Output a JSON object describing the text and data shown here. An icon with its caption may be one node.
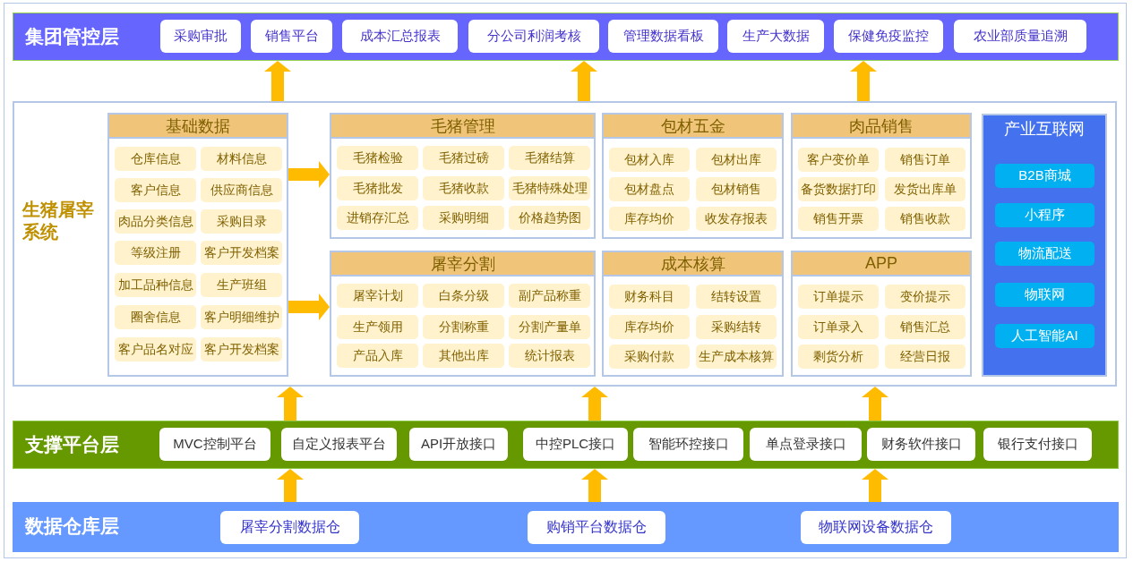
{
  "diagram": {
    "nodes": [
      {
        "text": [
          "集团管控层"
        ]
      },
      {
        "text": [
          "采购审批"
        ],
        "in": 0
      },
      {
        "text": [
          "销售平台"
        ],
        "in": 0
      },
      {
        "text": [
          "成本汇总报表"
        ],
        "in": 0
      },
      {
        "text": [
          "分公司利润考核"
        ],
        "in": 0
      },
      {
        "text": [
          "管理数据看板"
        ],
        "in": 0
      },
      {
        "text": [
          "生产大数据"
        ],
        "in": 0
      },
      {
        "text": [
          "保健免疫监控"
        ],
        "in": 0
      },
      {
        "text": [
          "农业部质量追溯"
        ],
        "in": 0
      },
      {
        "text": [
          "生猪屠宰系统"
        ]
      },
      {
        "text": [
          "基础数据"
        ],
        "in": 9
      },
      {
        "text": [
          "仓库信息"
        ],
        "in": 10
      },
      {
        "text": [
          "材料信息"
        ],
        "in": 10
      },
      {
        "text": [
          "客户信息"
        ],
        "in": 10
      },
      {
        "text": [
          "供应商信息"
        ],
        "in": 10
      },
      {
        "text": [
          "肉品分类信息"
        ],
        "in": 10
      },
      {
        "text": [
          "采购目录"
        ],
        "in": 10
      },
      {
        "text": [
          "等级注册"
        ],
        "in": 10
      },
      {
        "text": [
          "客户开发档案"
        ],
        "in": 10
      },
      {
        "text": [
          "加工品种信息"
        ],
        "in": 10
      },
      {
        "text": [
          "生产班组"
        ],
        "in": 10
      },
      {
        "text": [
          "圈舍信息"
        ],
        "in": 10
      },
      {
        "text": [
          "客户明细维护"
        ],
        "in": 10
      },
      {
        "text": [
          "客户品名对应"
        ],
        "in": 10
      },
      {
        "text": [
          "客户开发档案"
        ],
        "in": 10
      },
      {
        "text": [
          "毛猪管理"
        ],
        "in": 9
      },
      {
        "text": [
          "毛猪检验"
        ],
        "in": 25
      },
      {
        "text": [
          "毛猪过磅"
        ],
        "in": 25
      },
      {
        "text": [
          "毛猪结算"
        ],
        "in": 25
      },
      {
        "text": [
          "毛猪批发"
        ],
        "in": 25
      },
      {
        "text": [
          "毛猪收款"
        ],
        "in": 25
      },
      {
        "text": [
          "毛猪特殊处理"
        ],
        "in": 25
      },
      {
        "text": [
          "进销存汇总"
        ],
        "in": 25
      },
      {
        "text": [
          "采购明细"
        ],
        "in": 25
      },
      {
        "text": [
          "价格趋势图"
        ],
        "in": 25
      },
      {
        "text": [
          "包材五金"
        ],
        "in": 9
      },
      {
        "text": [
          "包材入库"
        ],
        "in": 35
      },
      {
        "text": [
          "包材出库"
        ],
        "in": 35
      },
      {
        "text": [
          "包材盘点"
        ],
        "in": 35
      },
      {
        "text": [
          "包材销售"
        ],
        "in": 35
      },
      {
        "text": [
          "库存均价"
        ],
        "in": 35
      },
      {
        "text": [
          "收发存报表"
        ],
        "in": 35
      },
      {
        "text": [
          "肉品销售"
        ],
        "in": 9
      },
      {
        "text": [
          "客户变价单"
        ],
        "in": 42
      },
      {
        "text": [
          "销售订单"
        ],
        "in": 42
      },
      {
        "text": [
          "备货数据打印"
        ],
        "in": 42
      },
      {
        "text": [
          "发货出库单"
        ],
        "in": 42
      },
      {
        "text": [
          "销售开票"
        ],
        "in": 42
      },
      {
        "text": [
          "销售收款"
        ],
        "in": 42
      },
      {
        "text": [
          "产业互联网"
        ],
        "in": 9
      },
      {
        "text": [
          "B2B商城"
        ],
        "in": 49
      },
      {
        "text": [
          "小程序"
        ],
        "in": 49
      },
      {
        "text": [
          "物流配送"
        ],
        "in": 49
      },
      {
        "text": [
          "物联网"
        ],
        "in": 49
      },
      {
        "text": [
          "人工智能AI"
        ],
        "in": 49
      },
      {
        "text": [
          "屠宰分割"
        ],
        "in": 9
      },
      {
        "text": [
          "屠宰计划"
        ],
        "in": 55
      },
      {
        "text": [
          "白条分级"
        ],
        "in": 55
      },
      {
        "text": [
          "副产品称重"
        ],
        "in": 55
      },
      {
        "text": [
          "生产领用"
        ],
        "in": 55
      },
      {
        "text": [
          "分割称重"
        ],
        "in": 55
      },
      {
        "text": [
          "分割产量单"
        ],
        "in": 55
      },
      {
        "text": [
          "产品入库"
        ],
        "in": 55
      },
      {
        "text": [
          "其他出库"
        ],
        "in": 55
      },
      {
        "text": [
          "统计报表"
        ],
        "in": 55
      },
      {
        "text": [
          "成本核算"
        ],
        "in": 9
      },
      {
        "text": [
          "财务科目"
        ],
        "in": 65
      },
      {
        "text": [
          "结转设置"
        ],
        "in": 65
      },
      {
        "text": [
          "库存均价"
        ],
        "in": 65
      },
      {
        "text": [
          "采购结转"
        ],
        "in": 65
      },
      {
        "text": [
          "采购付款"
        ],
        "in": 65
      },
      {
        "text": [
          "生产成本核算"
        ],
        "in": 65
      },
      {
        "text": [
          "APP"
        ],
        "in": 9
      },
      {
        "text": [
          "订单提示"
        ],
        "in": 72
      },
      {
        "text": [
          "变价提示"
        ],
        "in": 72
      },
      {
        "text": [
          "订单录入"
        ],
        "in": 72
      },
      {
        "text": [
          "销售汇总"
        ],
        "in": 72
      },
      {
        "text": [
          "剩货分析"
        ],
        "in": 72
      },
      {
        "text": [
          "经营日报"
        ],
        "in": 72
      },
      {
        "text": [
          "支撑平台层"
        ]
      },
      {
        "text": [
          "MVC控制平台"
        ],
        "in": 79
      },
      {
        "text": [
          "自定义报表平台"
        ],
        "in": 79
      },
      {
        "text": [
          "API开放接口"
        ],
        "in": 79
      },
      {
        "text": [
          "中控PLC接口"
        ],
        "in": 79
      },
      {
        "text": [
          "智能环控接口"
        ],
        "in": 79
      },
      {
        "text": [
          "单点登录接口"
        ],
        "in": 79
      },
      {
        "text": [
          "财务软件接口"
        ],
        "in": 79
      },
      {
        "text": [
          "银行支付接口"
        ],
        "in": 79
      },
      {
        "text": [
          "数据仓库层"
        ]
      },
      {
        "text": [
          "屠宰分割数据仓"
        ],
        "in": 88
      },
      {
        "text": [
          "购销平台数据仓"
        ],
        "in": 88
      },
      {
        "text": [
          "物联网设备数据仓"
        ],
        "in": 88
      }
    ],
    "edges": [
      {
        "from": 9,
        "to": 0,
        "arrow": "to"
      },
      {
        "from": 9,
        "to": 0,
        "arrow": "to"
      },
      {
        "from": 9,
        "to": 0,
        "arrow": "to"
      },
      {
        "from": 10,
        "to": 25,
        "arrow": "to"
      },
      {
        "from": 10,
        "to": 55,
        "arrow": "to"
      },
      {
        "from": 79,
        "to": 9,
        "arrow": "to"
      },
      {
        "from": 79,
        "to": 9,
        "arrow": "to"
      },
      {
        "from": 79,
        "to": 9,
        "arrow": "to"
      },
      {
        "from": 88,
        "to": 79,
        "arrow": "to"
      },
      {
        "from": 88,
        "to": 79,
        "arrow": "to"
      },
      {
        "from": 88,
        "to": 79,
        "arrow": "to"
      }
    ]
  }
}
